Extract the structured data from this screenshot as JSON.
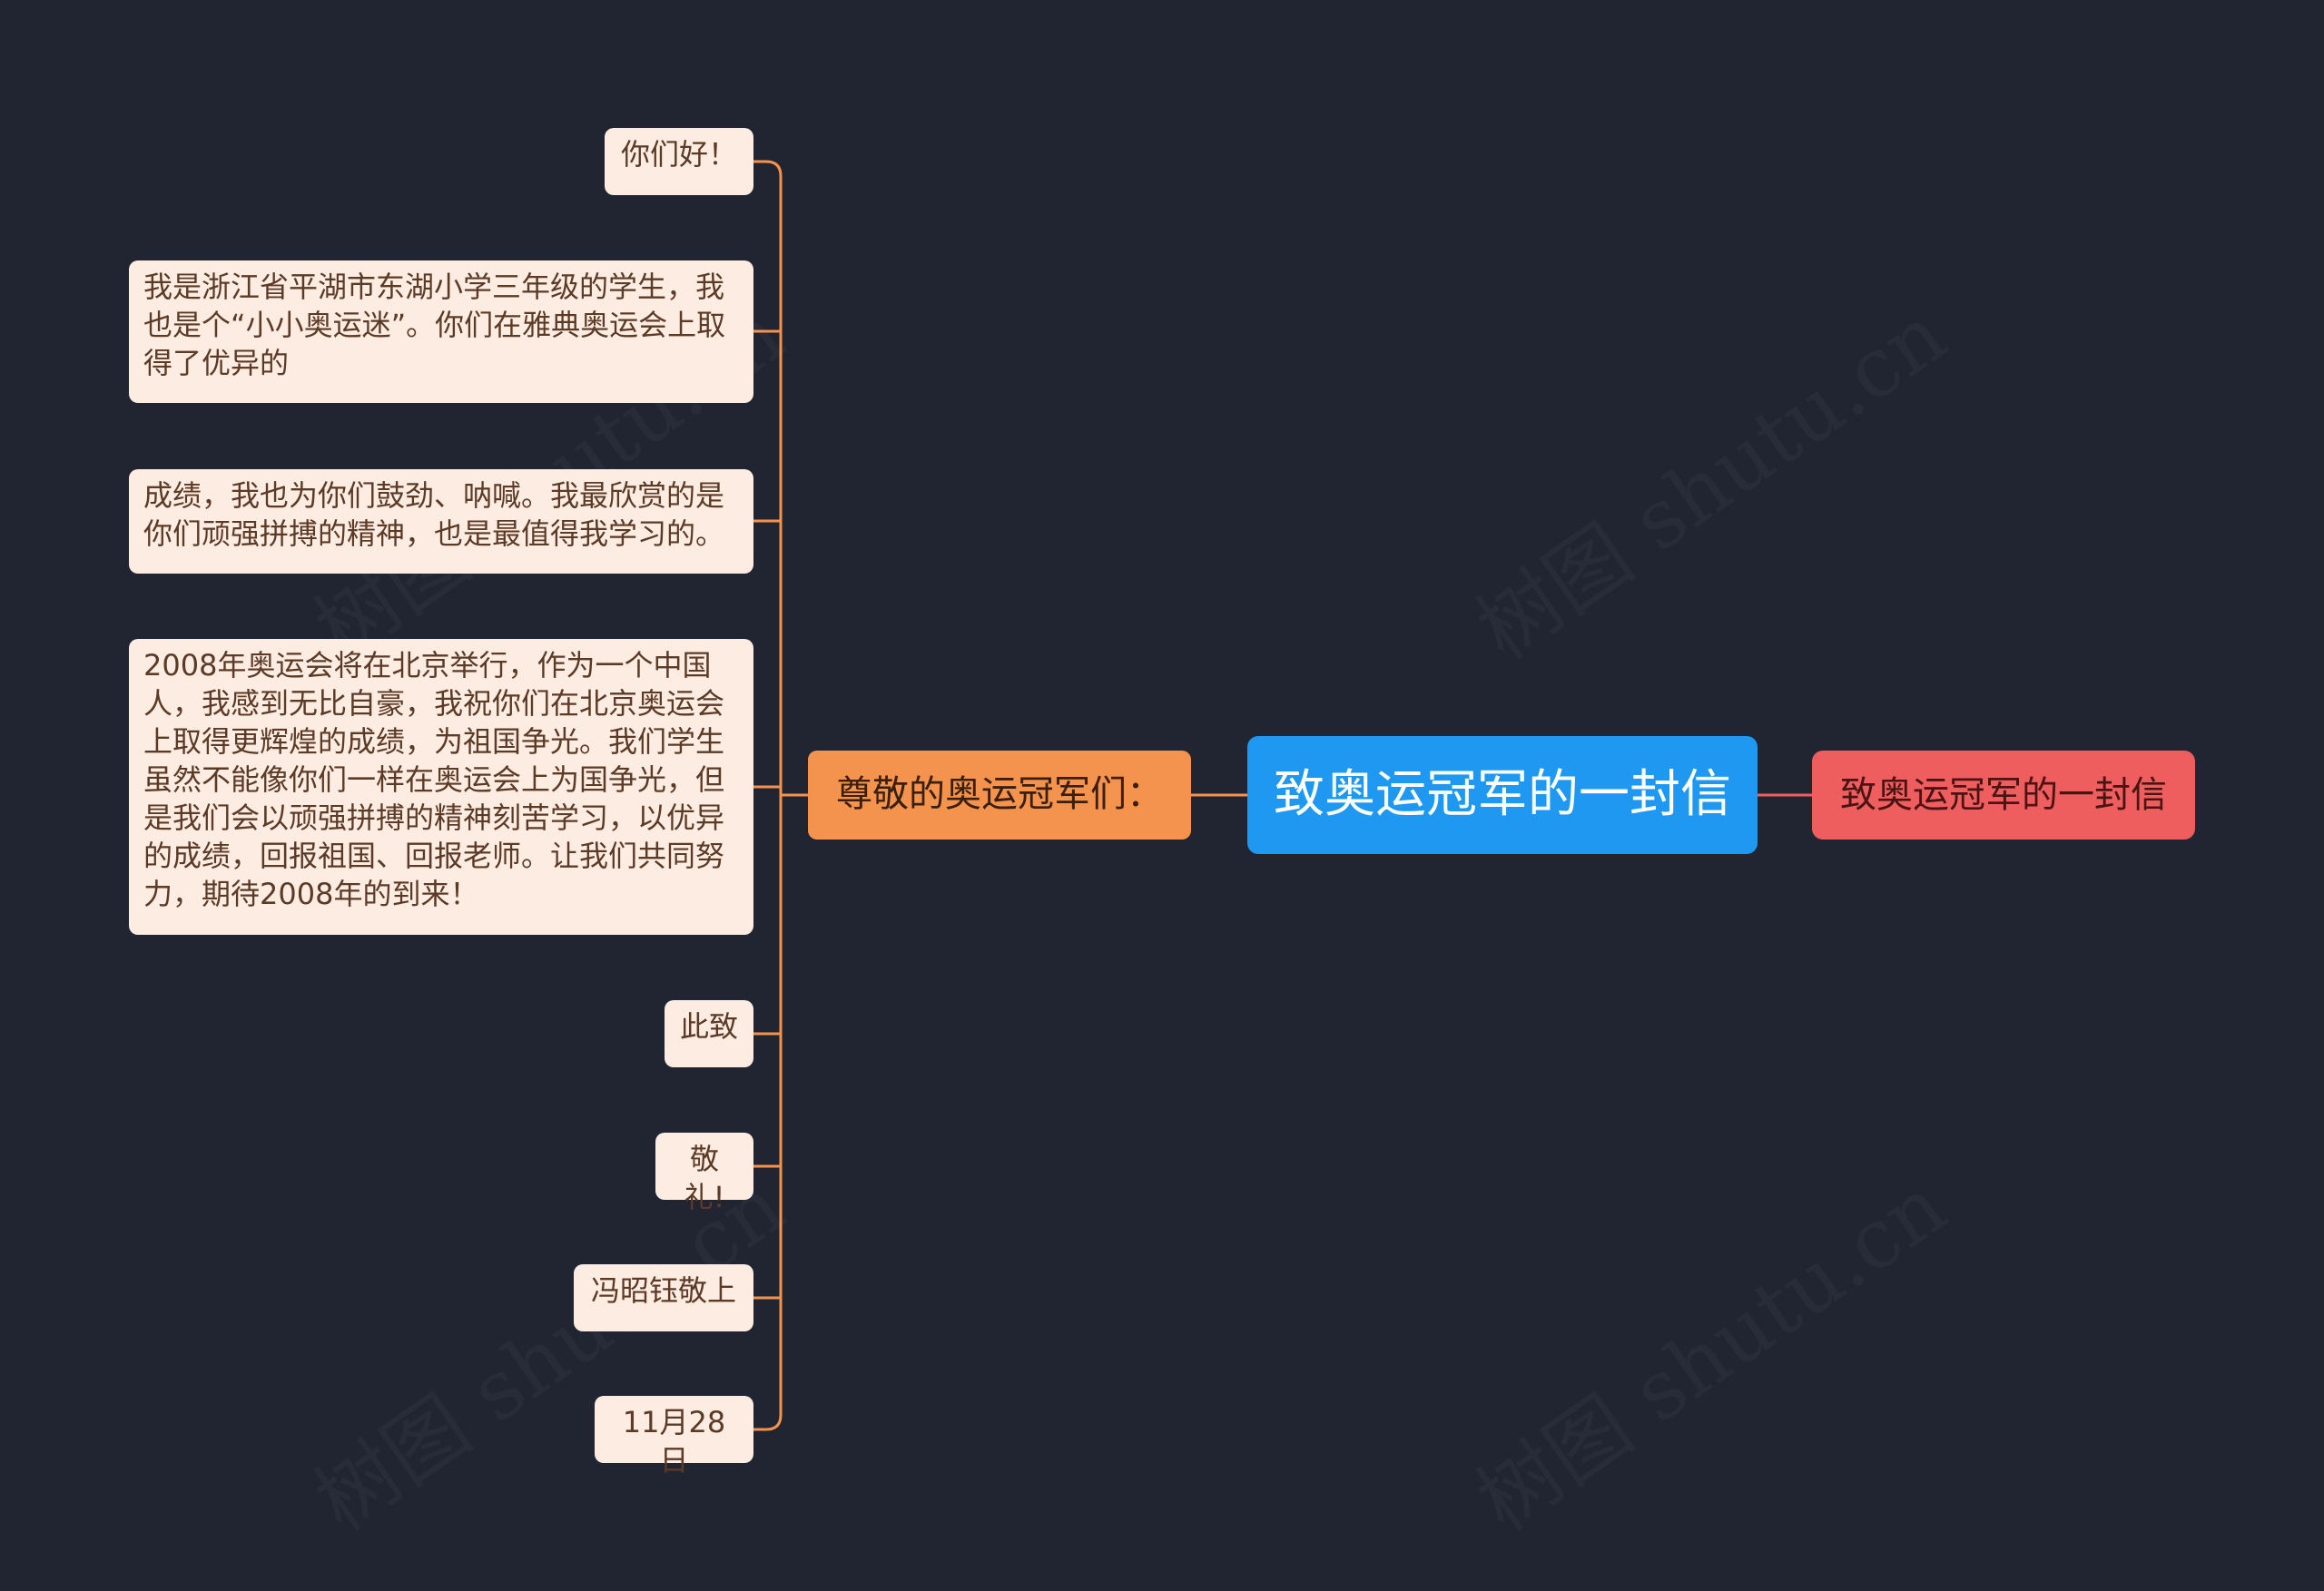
{
  "root": {
    "label": "致奥运冠军的一封信"
  },
  "side_node": {
    "label": "致奥运冠军的一封信"
  },
  "branch": {
    "label": "尊敬的奥运冠军们："
  },
  "leaves": [
    {
      "text": "你们好！"
    },
    {
      "text": "我是浙江省平湖市东湖小学三年级的学生，我也是个“小小奥运迷”。你们在雅典奥运会上取得了优异的"
    },
    {
      "text": "成绩，我也为你们鼓劲、呐喊。我最欣赏的是你们顽强拼搏的精神，也是最值得我学习的。"
    },
    {
      "text": "2008年奥运会将在北京举行，作为一个中国人，我感到无比自豪，我祝你们在北京奥运会上取得更辉煌的成绩，为祖国争光。我们学生虽然不能像你们一样在奥运会上为国争光，但是我们会以顽强拼搏的精神刻苦学习，以优异的成绩，回报祖国、回报老师。让我们共同努力，期待2008年的到来！"
    },
    {
      "text": "此致"
    },
    {
      "text": "敬礼!"
    },
    {
      "text": "冯昭钰敬上"
    },
    {
      "text": "11月28日"
    }
  ],
  "watermark": {
    "text": "树图 shutu.cn"
  },
  "colors": {
    "background": "#212532",
    "root": "#1e98f0",
    "branch": "#f4934d",
    "side": "#ef5e5e",
    "leaf": "#fdece2",
    "edge_branch": "#f4934d",
    "edge_side": "#ef5e5e"
  }
}
